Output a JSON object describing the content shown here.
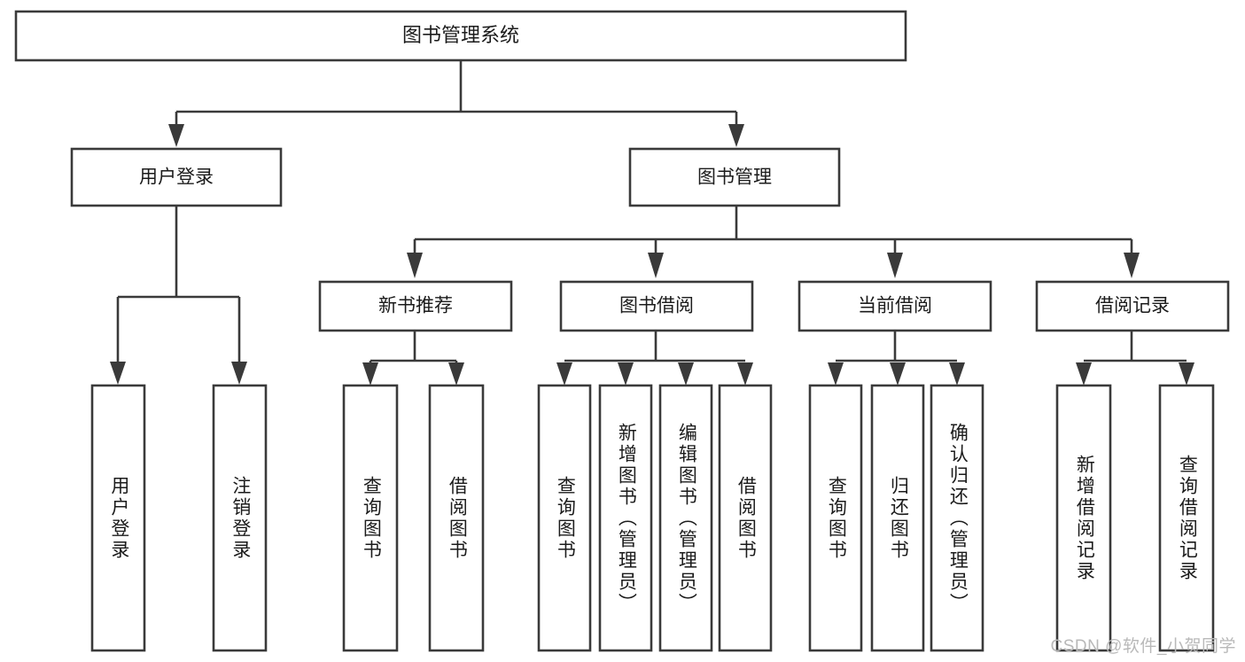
{
  "diagram": {
    "title": "图书管理系统",
    "type": "tree-hierarchy-chart",
    "root": {
      "id": "root",
      "label": "图书管理系统"
    },
    "level2": [
      {
        "id": "user-login",
        "label": "用户登录"
      },
      {
        "id": "book-manage",
        "label": "图书管理"
      }
    ],
    "level3": [
      {
        "id": "new-book-rec",
        "label": "新书推荐",
        "parent": "book-manage"
      },
      {
        "id": "book-borrow",
        "label": "图书借阅",
        "parent": "book-manage"
      },
      {
        "id": "current-borrow",
        "label": "当前借阅",
        "parent": "book-manage"
      },
      {
        "id": "borrow-record",
        "label": "借阅记录",
        "parent": "book-manage"
      }
    ],
    "leaves": {
      "user-login": [
        {
          "id": "leaf-user-login",
          "label": "用户登录"
        },
        {
          "id": "leaf-logout",
          "label": "注销登录"
        }
      ],
      "new-book-rec": [
        {
          "id": "leaf-query-book-1",
          "label": "查询图书"
        },
        {
          "id": "leaf-borrow-book-1",
          "label": "借阅图书"
        }
      ],
      "book-borrow": [
        {
          "id": "leaf-query-book-2",
          "label": "查询图书"
        },
        {
          "id": "leaf-add-book",
          "label": "新增图书（管理员）"
        },
        {
          "id": "leaf-edit-book",
          "label": "编辑图书（管理员）"
        },
        {
          "id": "leaf-borrow-book-2",
          "label": "借阅图书"
        }
      ],
      "current-borrow": [
        {
          "id": "leaf-query-book-3",
          "label": "查询图书"
        },
        {
          "id": "leaf-return-book",
          "label": "归还图书"
        },
        {
          "id": "leaf-confirm-return",
          "label": "确认归还（管理员）"
        }
      ],
      "borrow-record": [
        {
          "id": "leaf-add-record",
          "label": "新增借阅记录"
        },
        {
          "id": "leaf-query-record",
          "label": "查询借阅记录"
        }
      ]
    }
  },
  "watermark": {
    "text": "CSDN @软件_小贺同学"
  },
  "colors": {
    "stroke": "#3a3a3a",
    "box_fill": "#ffffff",
    "text": "#1b1b1b",
    "watermark": "#b9b9b9",
    "background": "#ffffff"
  }
}
